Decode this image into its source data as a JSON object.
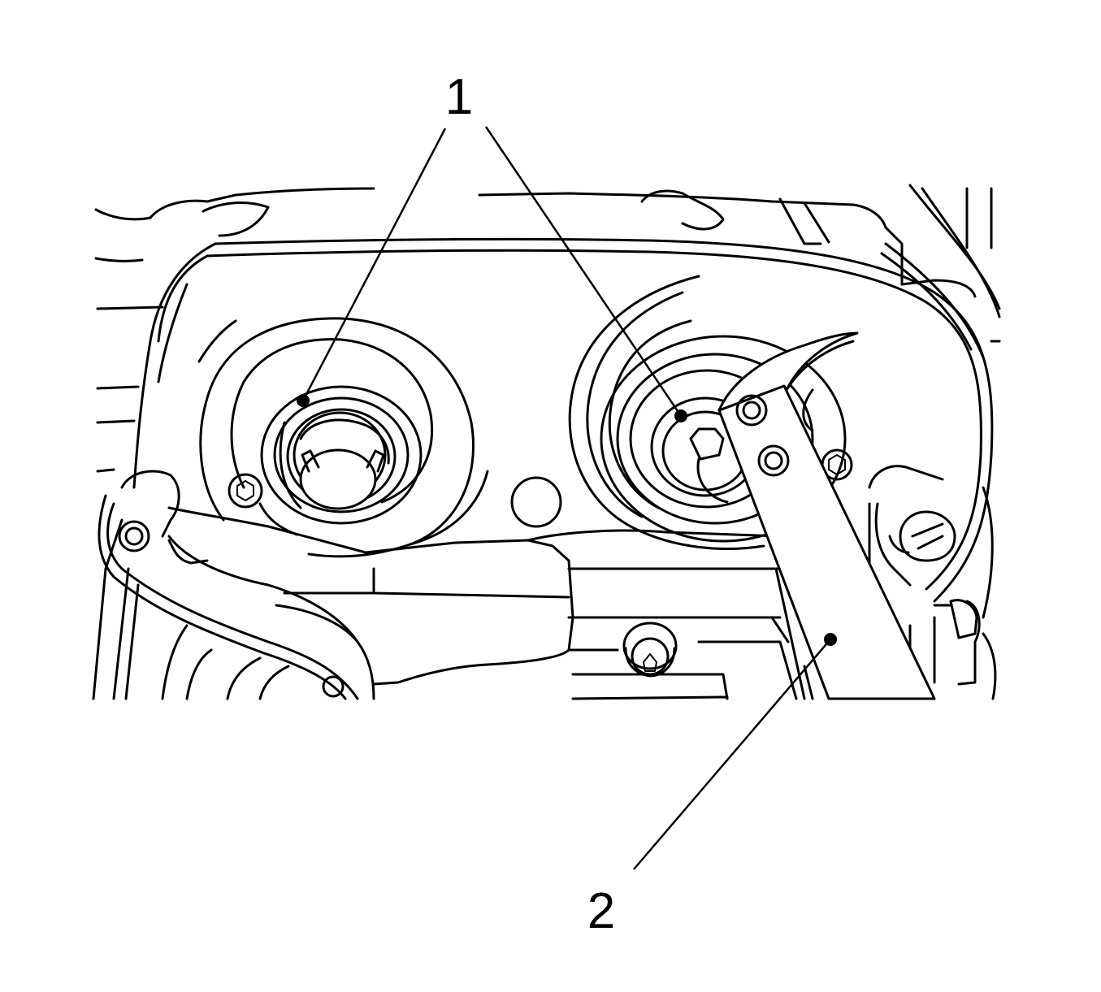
{
  "figure": {
    "callouts": [
      {
        "id": "1",
        "label": "1",
        "refers_to": "camshaft-sprockets",
        "leader_count": 2
      },
      {
        "id": "2",
        "label": "2",
        "refers_to": "holding-tool"
      }
    ]
  },
  "colors": {
    "line": "#000000",
    "background": "#ffffff"
  }
}
